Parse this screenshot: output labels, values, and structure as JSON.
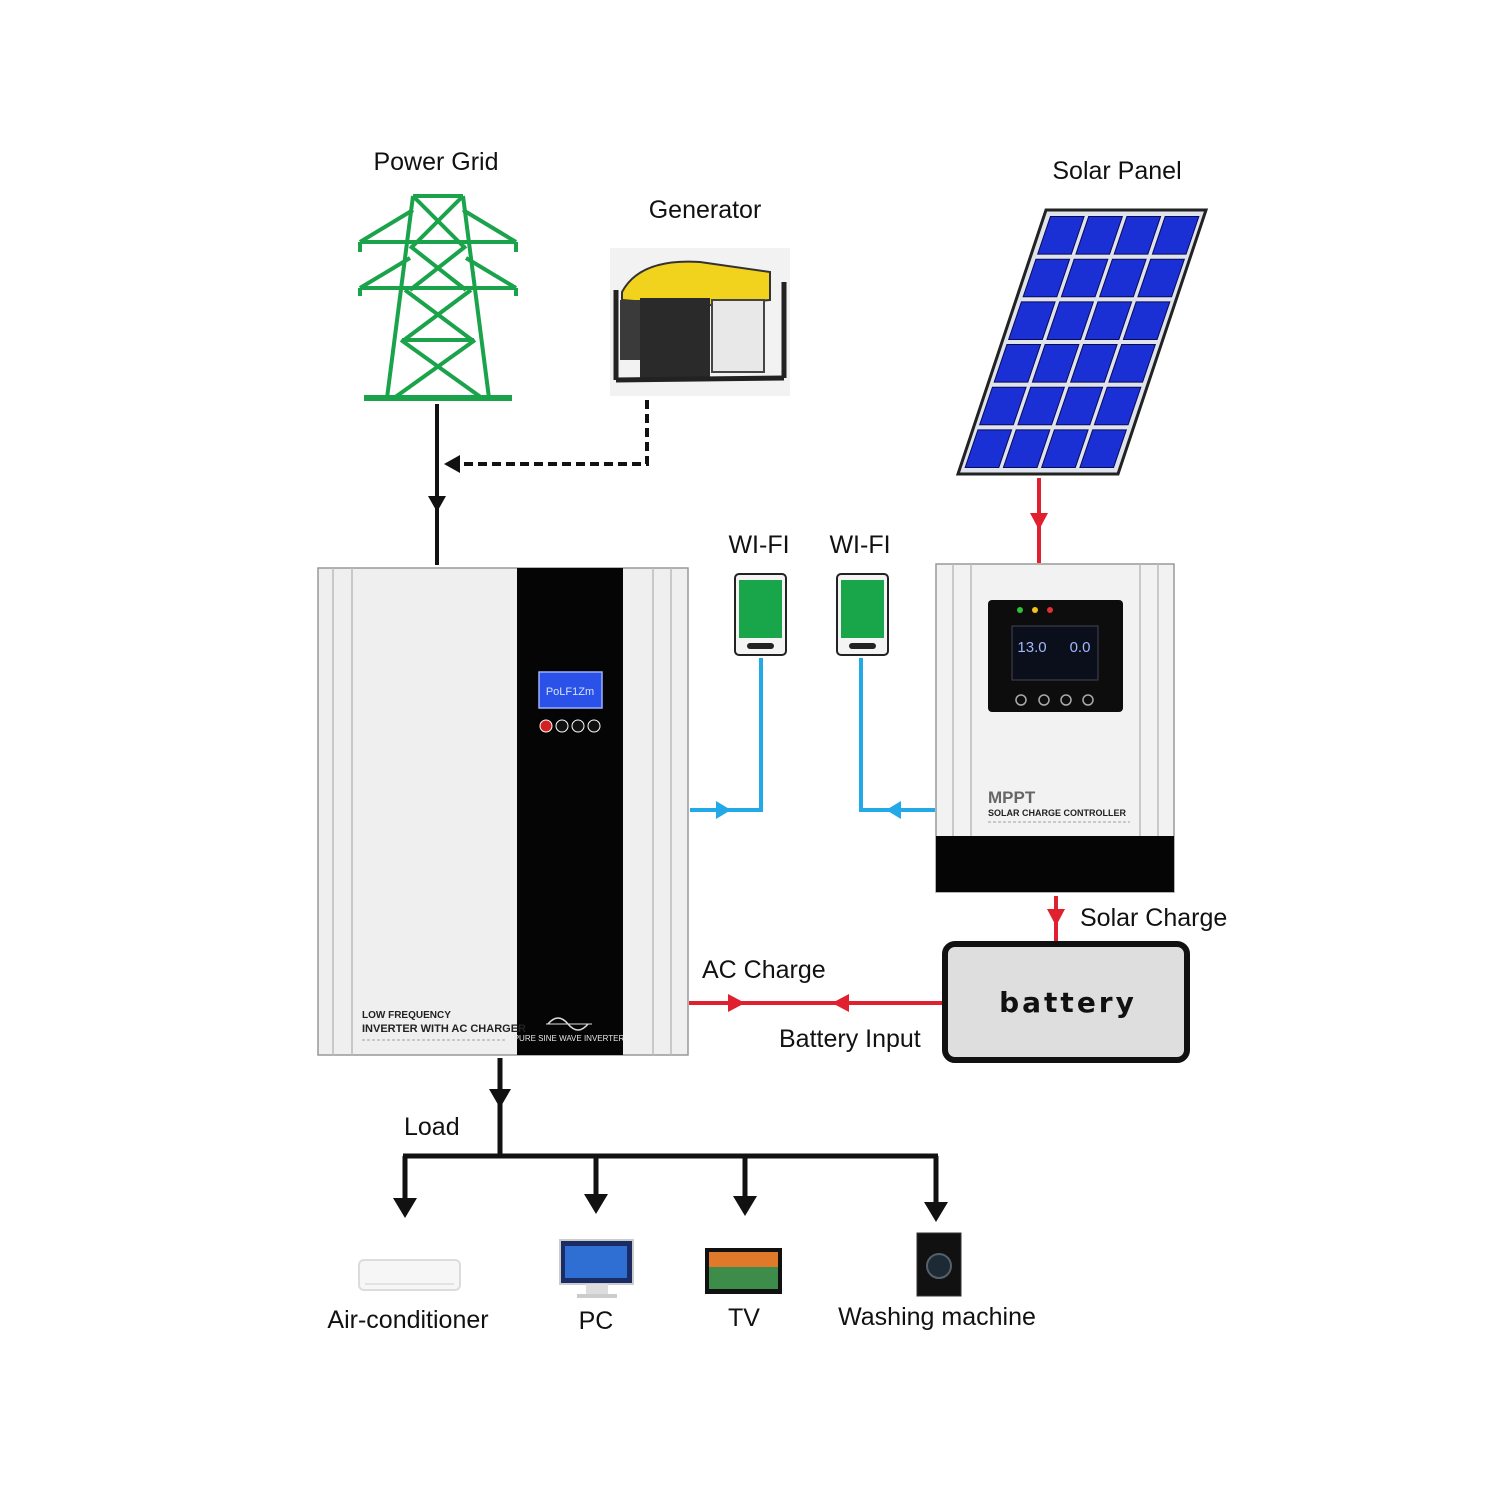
{
  "sources": {
    "power_grid": "Power Grid",
    "generator": "Generator",
    "solar_panel": "Solar Panel"
  },
  "wifi": {
    "left": "WI-FI",
    "right": "WI-FI"
  },
  "inverter": {
    "line1": "LOW FREQUENCY",
    "line2": "INVERTER WITH AC CHARGER",
    "badge": "PURE SINE WAVE INVERTER",
    "display": "PoLF1Zm"
  },
  "controller": {
    "brand": "MPPT",
    "subtitle": "SOLAR CHARGE CONTROLLER",
    "display_left": "13.0",
    "display_right": "0.0"
  },
  "flows": {
    "solar_charge": "Solar Charge",
    "ac_charge": "AC Charge",
    "battery_input": "Battery Input",
    "load": "Load"
  },
  "battery": {
    "label": "battery"
  },
  "loads": [
    "Air-conditioner",
    "PC",
    "TV",
    "Washing machine"
  ],
  "colors": {
    "tower": "#1aa34a",
    "ac_line": "#111111",
    "dc_line": "#e0202e",
    "wifi_line": "#23a8e8",
    "panel_cell": "#1a2fd4"
  }
}
